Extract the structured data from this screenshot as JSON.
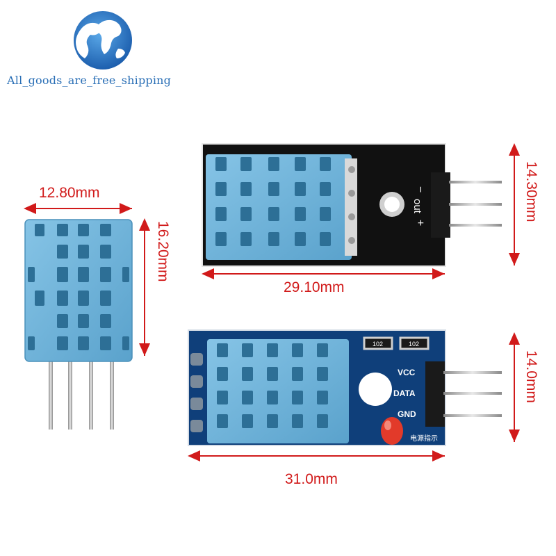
{
  "watermark": {
    "text": "All_goods_are_free_shipping",
    "icon": "globe-icon",
    "color": "#2a6fb6"
  },
  "dimensions": {
    "sensor_width": "12.80mm",
    "sensor_height": "16.20mm",
    "module1_width": "29.10mm",
    "module1_height": "14.30mm",
    "module2_width": "31.0mm",
    "module2_height": "14.0mm",
    "color": "#d11a1a"
  },
  "module1": {
    "pin_minus": "−",
    "pin_out": "out",
    "pin_plus": "+"
  },
  "module2": {
    "pin_vcc": "VCC",
    "pin_data": "DATA",
    "pin_gnd": "GND",
    "resistor_1": "102",
    "resistor_2": "102",
    "silkscreen_label": "电源指示"
  },
  "colors": {
    "sensor_blue": "#6fb3d9",
    "sensor_blue_dark": "#3f88b3",
    "pcb_black": "#111111",
    "pcb_blue": "#0f3f7a",
    "led_red": "#e23a2a"
  }
}
